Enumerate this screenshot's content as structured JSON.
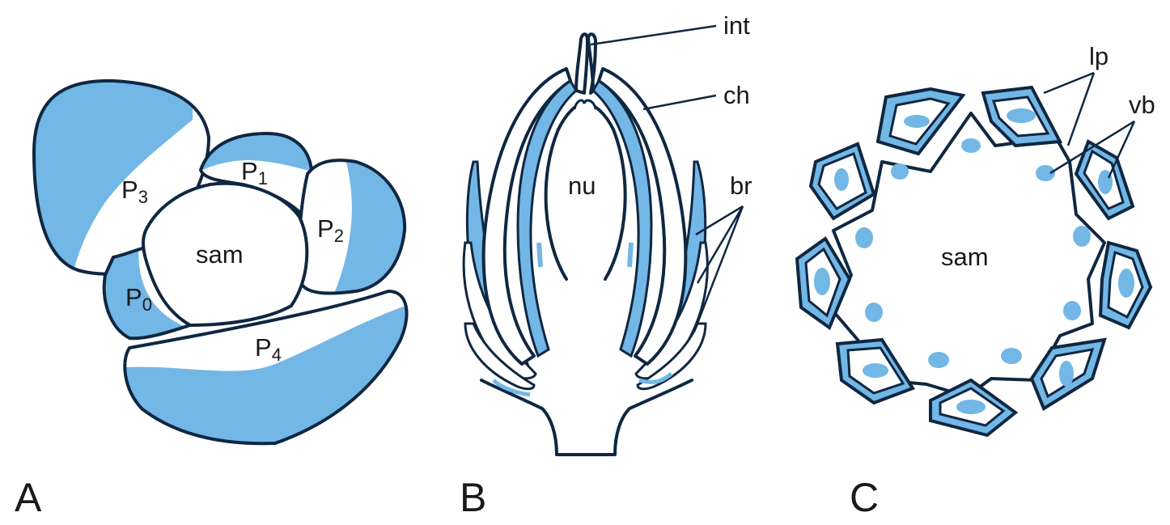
{
  "colors": {
    "outline": "#0f2741",
    "fill": "#72b7e6",
    "background": "#ffffff"
  },
  "panels": {
    "a": {
      "letter": "A",
      "sam": "sam",
      "p0": {
        "base": "P",
        "sub": "0"
      },
      "p1": {
        "base": "P",
        "sub": "1"
      },
      "p2": {
        "base": "P",
        "sub": "2"
      },
      "p3": {
        "base": "P",
        "sub": "3"
      },
      "p4": {
        "base": "P",
        "sub": "4"
      }
    },
    "b": {
      "letter": "B",
      "nu": "nu",
      "int": "int",
      "ch": "ch",
      "br": "br"
    },
    "c": {
      "letter": "C",
      "sam": "sam",
      "lp": "lp",
      "vb": "vb"
    }
  }
}
